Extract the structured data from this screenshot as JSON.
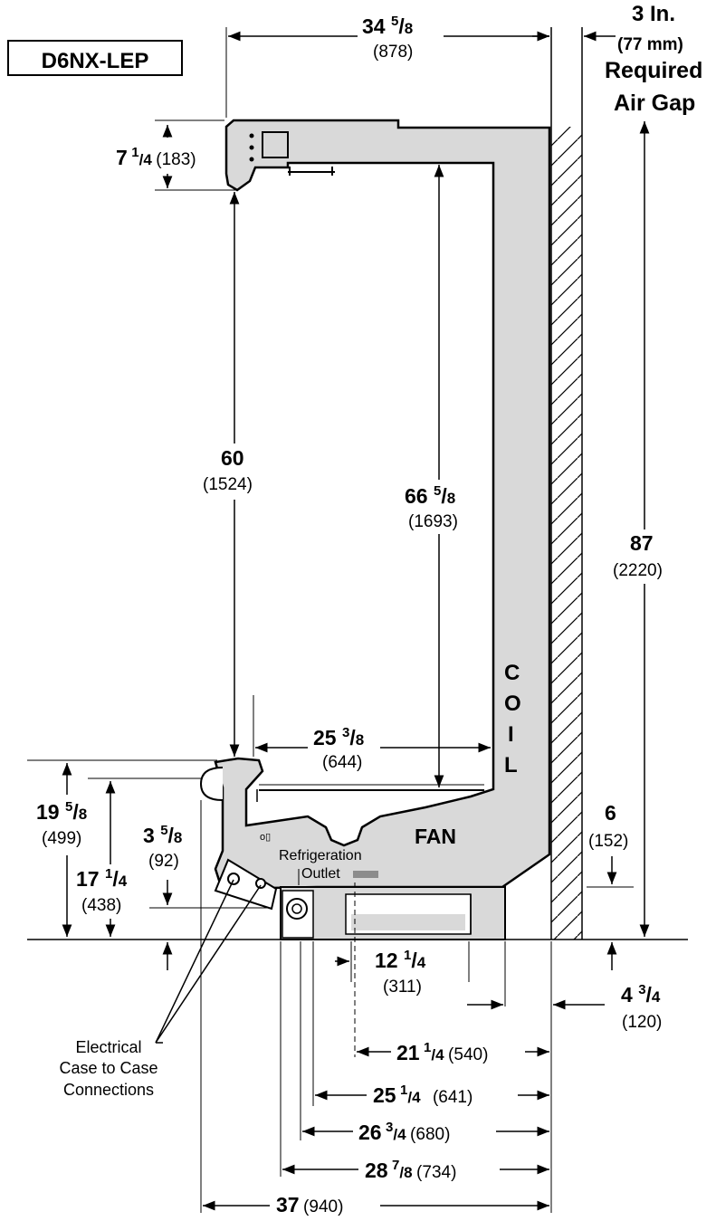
{
  "model": "D6NX-LEP",
  "air_gap": {
    "value": "3 In.",
    "mm": "(77 mm)",
    "line1": "Required",
    "line2": "Air Gap"
  },
  "labels": {
    "coil_c": "C",
    "coil_o": "O",
    "coil_i": "I",
    "coil_l": "L",
    "fan": "FAN",
    "refrigeration": "Refrigeration",
    "outlet": "Outlet",
    "electrical_1": "Electrical",
    "electrical_2": "Case to Case",
    "electrical_3": "Connections"
  },
  "dims": {
    "width_top": {
      "whole": "34",
      "num": "5",
      "den": "8",
      "mm": "(878)"
    },
    "canopy_depth": {
      "whole": "7",
      "num": "1",
      "den": "4",
      "mm": "(183)"
    },
    "front_height": {
      "whole": "60",
      "mm": "(1524)"
    },
    "interior_height": {
      "whole": "66",
      "num": "5",
      "den": "8",
      "mm": "(1693)"
    },
    "overall_height": {
      "whole": "87",
      "mm": "(2220)"
    },
    "shelf_depth": {
      "whole": "25",
      "num": "3",
      "den": "8",
      "mm": "(644)"
    },
    "deck_height": {
      "whole": "19",
      "num": "5",
      "den": "8",
      "mm": "(499)"
    },
    "bumper_height": {
      "whole": "17",
      "num": "1",
      "den": "4",
      "mm": "(438)"
    },
    "elec_height": {
      "whole": "3",
      "num": "5",
      "den": "8",
      "mm": "(92)"
    },
    "base_height": {
      "whole": "6",
      "mm": "(152)"
    },
    "base_width": {
      "whole": "12",
      "num": "1",
      "den": "4",
      "mm": "(311)"
    },
    "rear_offset": {
      "whole": "4",
      "num": "3",
      "den": "4",
      "mm": "(120)"
    },
    "d1": {
      "whole": "21",
      "num": "1",
      "den": "4",
      "mm": "(540)"
    },
    "d2": {
      "whole": "25",
      "num": "1",
      "den": "4",
      "mm": "(641)"
    },
    "d3": {
      "whole": "26",
      "num": "3",
      "den": "4",
      "mm": "(680)"
    },
    "d4": {
      "whole": "28",
      "num": "7",
      "den": "8",
      "mm": "(734)"
    },
    "d5": {
      "whole": "37",
      "mm": "(940)"
    }
  },
  "colors": {
    "case_fill": "#d9d9d9",
    "line": "#000000",
    "outlet_gray": "#8c8c8c"
  }
}
